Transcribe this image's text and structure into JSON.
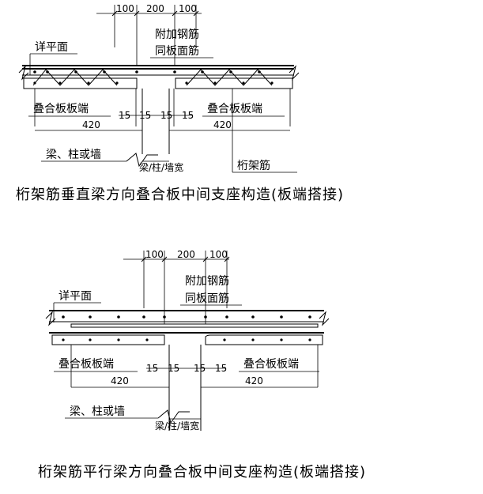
{
  "top": {
    "dim_left": "100",
    "dim_mid": "200",
    "dim_right": "100",
    "label_fujia": "附加钢筋",
    "label_tongban": "同板面筋",
    "label_xiang": "详平面",
    "label_slab_left": "叠合板板端",
    "label_slab_right": "叠合板板端",
    "dim_15a": "15",
    "dim_15b": "15",
    "dim_15c": "15",
    "dim_15d": "15",
    "dim_420_left": "420",
    "dim_420_right": "420",
    "label_beam": "梁、柱或墙",
    "label_width": "梁/柱/墙宽",
    "label_truss": "桁架筋",
    "caption": "桁架筋垂直梁方向叠合板中间支座构造(板端搭接)"
  },
  "bottom": {
    "dim_left": "100",
    "dim_mid": "200",
    "dim_right": "100",
    "label_fujia": "附加钢筋",
    "label_tongban": "同板面筋",
    "label_xiang": "详平面",
    "label_slab_left": "叠合板板端",
    "label_slab_right": "叠合板板端",
    "dim_15a": "15",
    "dim_15b": "15",
    "dim_15c": "15",
    "dim_15d": "15",
    "dim_420_left": "420",
    "dim_420_right": "420",
    "label_beam": "梁、柱或墙",
    "label_width": "梁/柱/墙宽",
    "caption": "桁架筋平行梁方向叠合板中间支座构造(板端搭接)"
  }
}
